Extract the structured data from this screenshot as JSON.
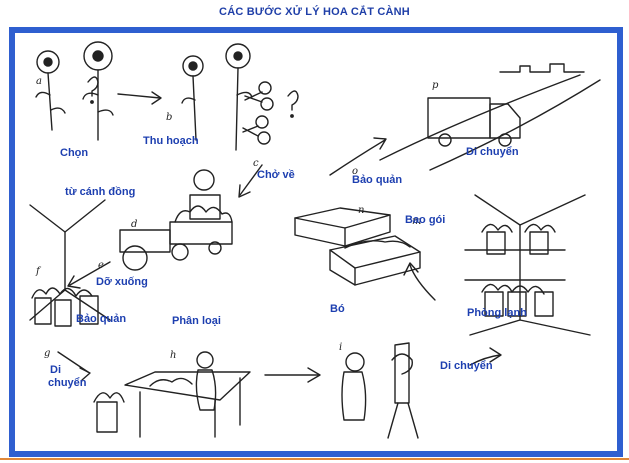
{
  "title": "CÁC BƯỚC XỬ LÝ HOA CẮT CÀNH",
  "labels": {
    "chon": "Chọn",
    "thu_hoach": "Thu hoạch",
    "tu_canh_dong": "từ cánh đồng",
    "cho_ve": "Chở về",
    "bao_quan_top": "Bảo quản",
    "di_chuyen_top": "Di chuyển",
    "bao_goi": "Bao gói",
    "do_xuong": "Dỡ xuống",
    "bao_quan_left": "Bảo quản",
    "phan_loai": "Phân loại",
    "bo": "Bó",
    "phong_lanh": "Phòng lạnh",
    "di_chuyen_bottom_left_1": "Di",
    "di_chuyen_bottom_left_2": "chuyển",
    "di_chuyen_bottom_right": "Di chuyển"
  },
  "step_letters": {
    "a": "a",
    "b": "b",
    "c": "c",
    "d": "d",
    "e": "e",
    "f": "f",
    "g": "g",
    "h": "h",
    "i": "i",
    "m": "m",
    "n": "n",
    "o": "o",
    "p": "p"
  },
  "colors": {
    "frame": "#2f5fd0",
    "label": "#1d3fb0",
    "title": "#1f3fa8",
    "footer_line": "#e0883a"
  }
}
